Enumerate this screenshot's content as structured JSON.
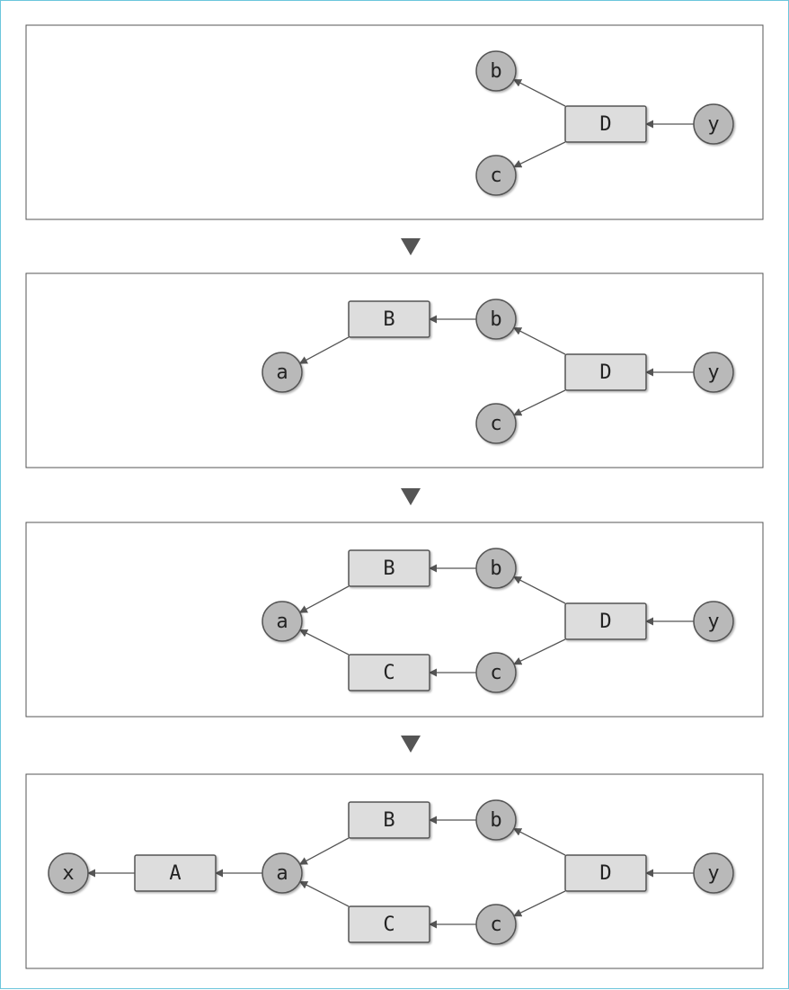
{
  "nodes": {
    "x": {
      "label": "x",
      "shape": "circle"
    },
    "A": {
      "label": "A",
      "shape": "rect"
    },
    "a": {
      "label": "a",
      "shape": "circle"
    },
    "B": {
      "label": "B",
      "shape": "rect"
    },
    "b": {
      "label": "b",
      "shape": "circle"
    },
    "C": {
      "label": "C",
      "shape": "rect"
    },
    "c": {
      "label": "c",
      "shape": "circle"
    },
    "D": {
      "label": "D",
      "shape": "rect"
    },
    "y": {
      "label": "y",
      "shape": "circle"
    }
  },
  "panels": [
    {
      "nodes": [
        "b",
        "c",
        "D",
        "y"
      ],
      "edges": [
        [
          "y",
          "D"
        ],
        [
          "D",
          "b"
        ],
        [
          "D",
          "c"
        ]
      ]
    },
    {
      "nodes": [
        "a",
        "B",
        "b",
        "c",
        "D",
        "y"
      ],
      "edges": [
        [
          "y",
          "D"
        ],
        [
          "D",
          "b"
        ],
        [
          "D",
          "c"
        ],
        [
          "b",
          "B"
        ],
        [
          "B",
          "a"
        ]
      ]
    },
    {
      "nodes": [
        "a",
        "B",
        "b",
        "C",
        "c",
        "D",
        "y"
      ],
      "edges": [
        [
          "y",
          "D"
        ],
        [
          "D",
          "b"
        ],
        [
          "D",
          "c"
        ],
        [
          "b",
          "B"
        ],
        [
          "B",
          "a"
        ],
        [
          "c",
          "C"
        ],
        [
          "C",
          "a"
        ]
      ]
    },
    {
      "nodes": [
        "x",
        "A",
        "a",
        "B",
        "b",
        "C",
        "c",
        "D",
        "y"
      ],
      "edges": [
        [
          "y",
          "D"
        ],
        [
          "D",
          "b"
        ],
        [
          "D",
          "c"
        ],
        [
          "b",
          "B"
        ],
        [
          "B",
          "a"
        ],
        [
          "c",
          "C"
        ],
        [
          "C",
          "a"
        ],
        [
          "a",
          "A"
        ],
        [
          "A",
          "x"
        ]
      ]
    }
  ],
  "colors": {
    "circle": "#b9b9b9",
    "rect": "#dddddd",
    "stroke": "#555555",
    "frame": "#6cc6dc",
    "arrow": "#555555"
  }
}
